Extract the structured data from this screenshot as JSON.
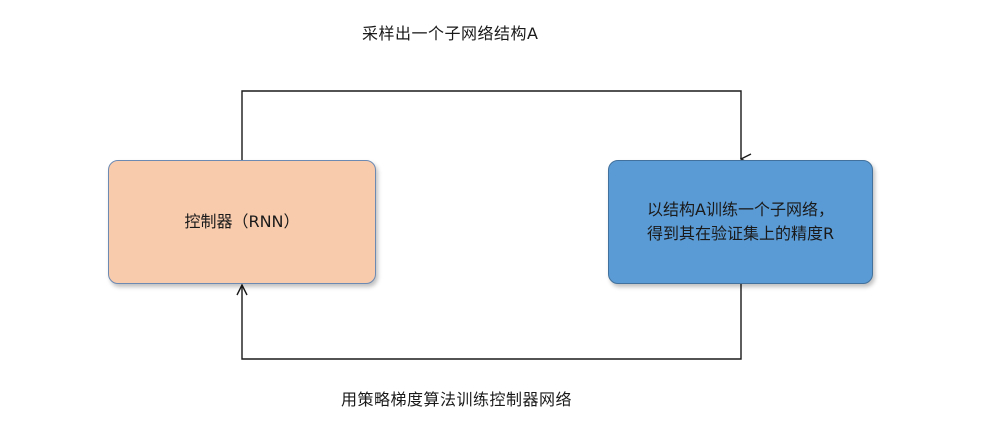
{
  "diagram": {
    "top_edge_label": "采样出一个子网络结构A",
    "bottom_edge_label": "用策略梯度算法训练控制器网络",
    "nodes": {
      "controller": {
        "label": "控制器（RNN）",
        "color": "#f8cbad"
      },
      "trainer": {
        "line1": "以结构A训练一个子网络，",
        "line2": "得到其在验证集上的精度R",
        "color": "#5b9bd5"
      }
    },
    "edges": [
      {
        "from": "controller",
        "to": "trainer",
        "label_ref": "top_edge_label"
      },
      {
        "from": "trainer",
        "to": "controller",
        "label_ref": "bottom_edge_label"
      }
    ]
  }
}
